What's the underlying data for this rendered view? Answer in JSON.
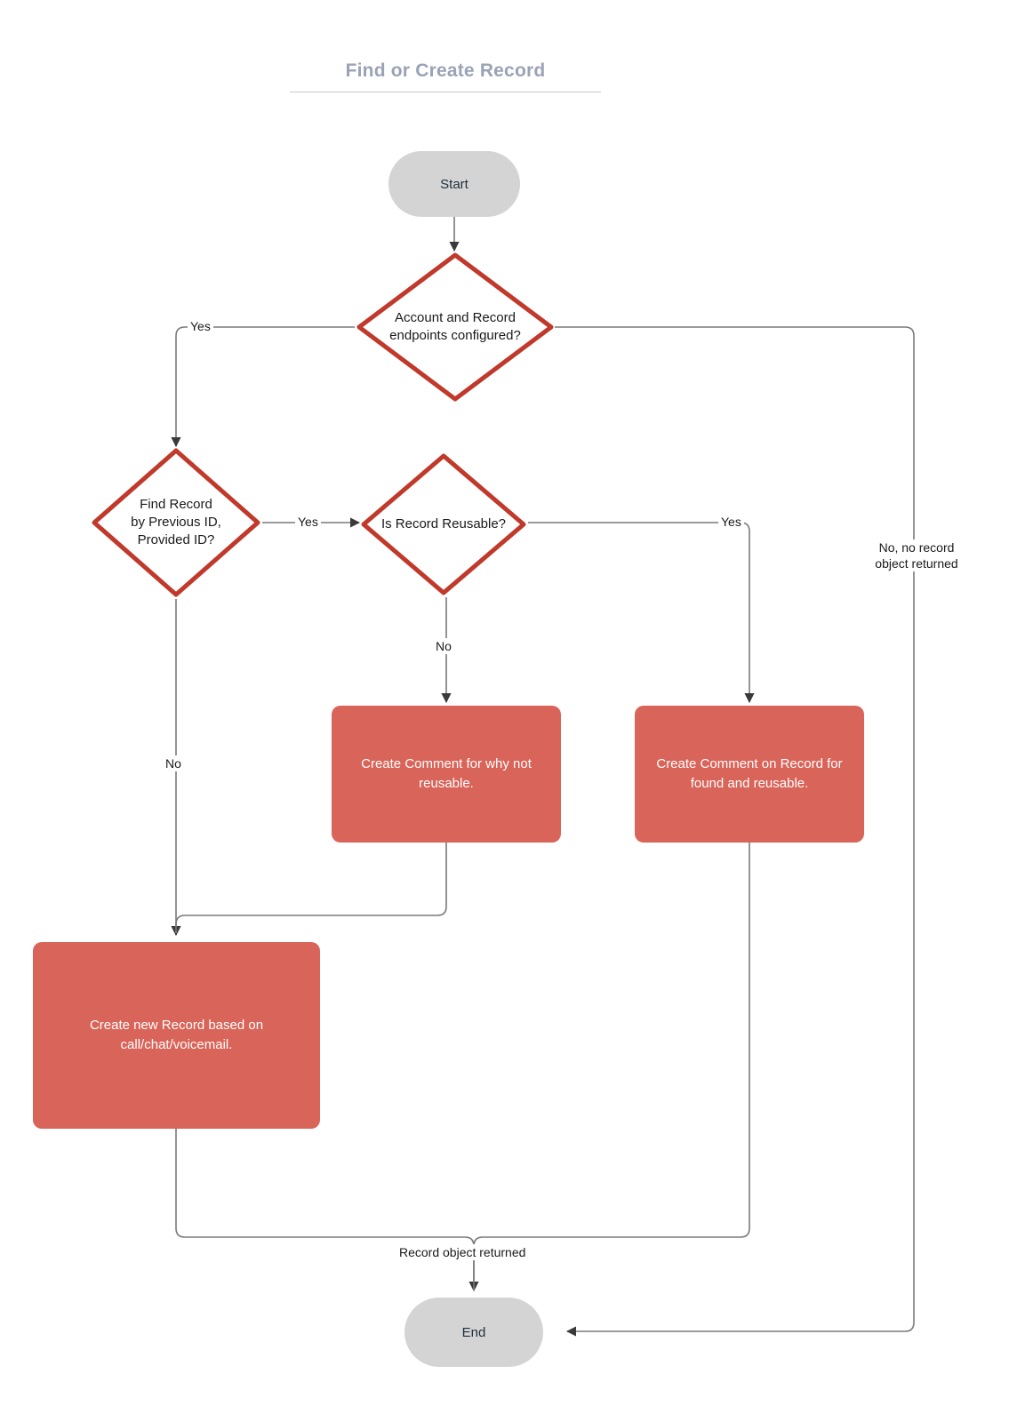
{
  "diagram": {
    "title": "Find or Create Record",
    "type": "flowchart",
    "colors": {
      "title": "#9aa3b5",
      "terminator_fill": "#d4d4d4",
      "process_fill": "#d96459",
      "decision_stroke": "#c0392b",
      "decision_fill": "#ffffff",
      "edge_stroke": "#7a7a7a",
      "text_dark": "#1a1a1a",
      "text_light": "#ffffff"
    },
    "nodes": [
      {
        "id": "start",
        "shape": "terminator",
        "label": "Start"
      },
      {
        "id": "endpoints",
        "shape": "decision",
        "label": "Account and Record endpoints configured?"
      },
      {
        "id": "find_record",
        "shape": "decision",
        "label": "Find Record by Previous ID, Provided ID?"
      },
      {
        "id": "reusable",
        "shape": "decision",
        "label": "Is Record Reusable?"
      },
      {
        "id": "comment_why",
        "shape": "process",
        "label": "Create Comment for why not reusable."
      },
      {
        "id": "comment_found",
        "shape": "process",
        "label": "Create Comment on Record for found and reusable."
      },
      {
        "id": "create_new",
        "shape": "process",
        "label": "Create new Record based on call/chat/voicemail."
      },
      {
        "id": "end",
        "shape": "terminator",
        "label": "End"
      }
    ],
    "node_text": {
      "start": "Start",
      "endpoints_line1": "Account and Record",
      "endpoints_line2": "endpoints configured?",
      "find_record_line1": "Find Record",
      "find_record_line2": "by Previous ID,",
      "find_record_line3": "Provided ID?",
      "reusable": "Is Record Reusable?",
      "comment_why_line1": "Create Comment for why not",
      "comment_why_line2": "reusable.",
      "comment_found_line1": "Create Comment on Record for",
      "comment_found_line2": "found and reusable.",
      "create_new_line1": "Create new Record based on",
      "create_new_line2": "call/chat/voicemail.",
      "end": "End"
    },
    "edges": [
      {
        "id": "e1",
        "from": "start",
        "to": "endpoints",
        "label": ""
      },
      {
        "id": "e2",
        "from": "endpoints",
        "to": "find_record",
        "label": "Yes"
      },
      {
        "id": "e3",
        "from": "endpoints",
        "to": "end",
        "label": "No, no record object returned"
      },
      {
        "id": "e4",
        "from": "find_record",
        "to": "reusable",
        "label": "Yes"
      },
      {
        "id": "e5",
        "from": "find_record",
        "to": "create_new",
        "label": "No"
      },
      {
        "id": "e6",
        "from": "reusable",
        "to": "comment_why",
        "label": "No"
      },
      {
        "id": "e7",
        "from": "reusable",
        "to": "comment_found",
        "label": "Yes"
      },
      {
        "id": "e8",
        "from": "comment_why",
        "to": "create_new",
        "label": ""
      },
      {
        "id": "e9",
        "from": "create_new",
        "to": "end",
        "label": "Record object returned"
      },
      {
        "id": "e10",
        "from": "comment_found",
        "to": "end",
        "label": "Record object returned"
      }
    ],
    "edge_labels": {
      "yes_endpoints": "Yes",
      "no_endpoints_line1": "No, no record",
      "no_endpoints_line2": "object returned",
      "yes_find": "Yes",
      "no_find": "No",
      "no_reusable": "No",
      "yes_reusable": "Yes",
      "record_returned": "Record object returned"
    }
  }
}
